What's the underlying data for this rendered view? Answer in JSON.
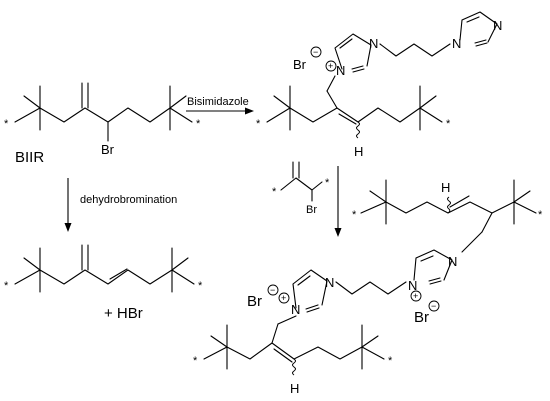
{
  "compounds": {
    "biir": {
      "name": "BIIR",
      "br": "Br"
    },
    "diene": {
      "byproduct": "+ HBr"
    },
    "product_mono": {
      "counter_ion": "Br"
    },
    "reagent": {
      "br": "Br"
    },
    "product_bis": {
      "counter_ion_left": "Br",
      "counter_ion_right": "Br"
    }
  },
  "arrows": {
    "bisimidazole": {
      "label": "Bisimidazole"
    },
    "dehydrobromination": {
      "label": "dehydrobromination"
    }
  },
  "atoms": {
    "n": "N",
    "h": "H",
    "star": "*",
    "plus": "+",
    "minus": "−"
  }
}
